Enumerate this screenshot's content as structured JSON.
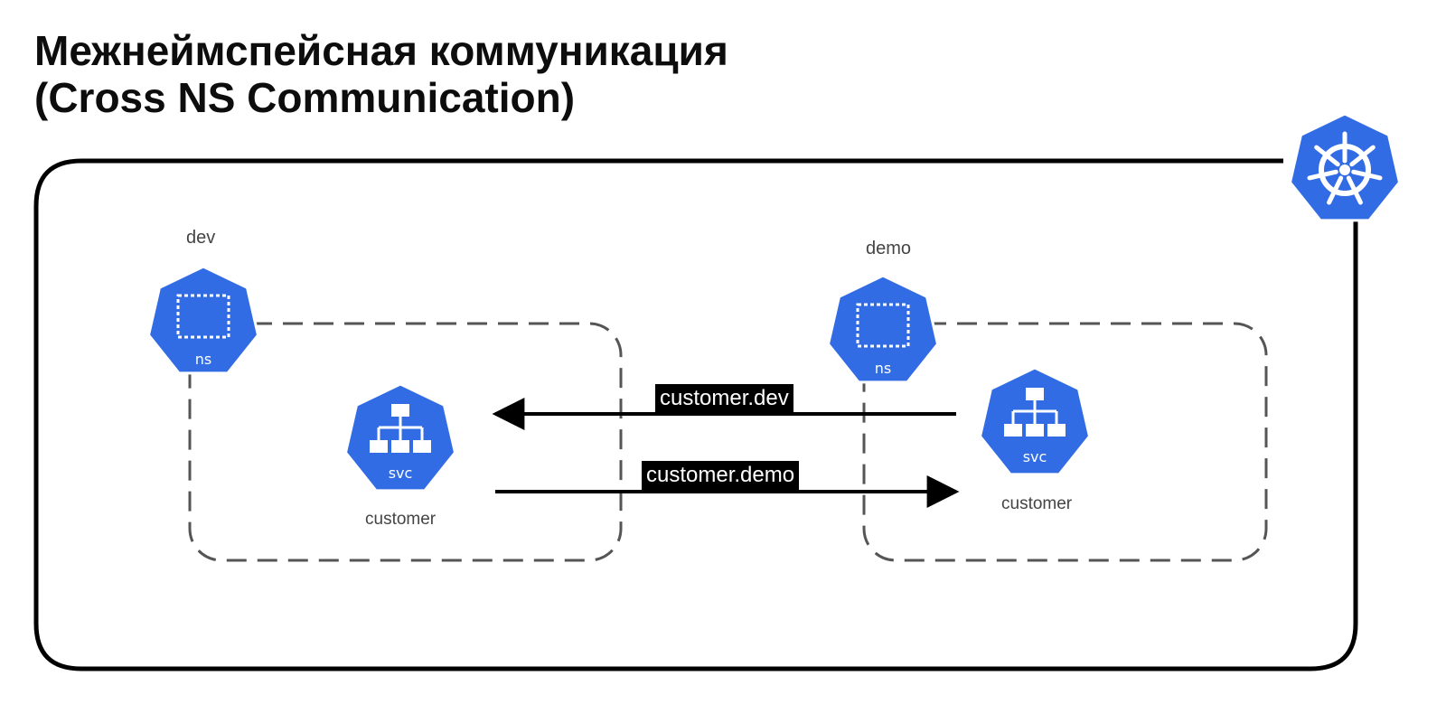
{
  "title": {
    "line1": "Межнеймспейсная коммуникация",
    "line2": "(Cross NS Communication)"
  },
  "colors": {
    "kubernetes_blue": "#326CE5",
    "border": "#000000",
    "dashed": "#555555"
  },
  "namespaces": [
    {
      "name": "dev",
      "icon": "namespace-icon",
      "icon_text": "ns",
      "service": {
        "name": "customer",
        "icon": "service-icon",
        "icon_text": "svc"
      }
    },
    {
      "name": "demo",
      "icon": "namespace-icon",
      "icon_text": "ns",
      "service": {
        "name": "customer",
        "icon": "service-icon",
        "icon_text": "svc"
      }
    }
  ],
  "connections": [
    {
      "label": "customer.dev",
      "from": "demo",
      "to": "dev"
    },
    {
      "label": "customer.demo",
      "from": "dev",
      "to": "demo"
    }
  ],
  "cluster_icon": "kubernetes-helm-icon"
}
